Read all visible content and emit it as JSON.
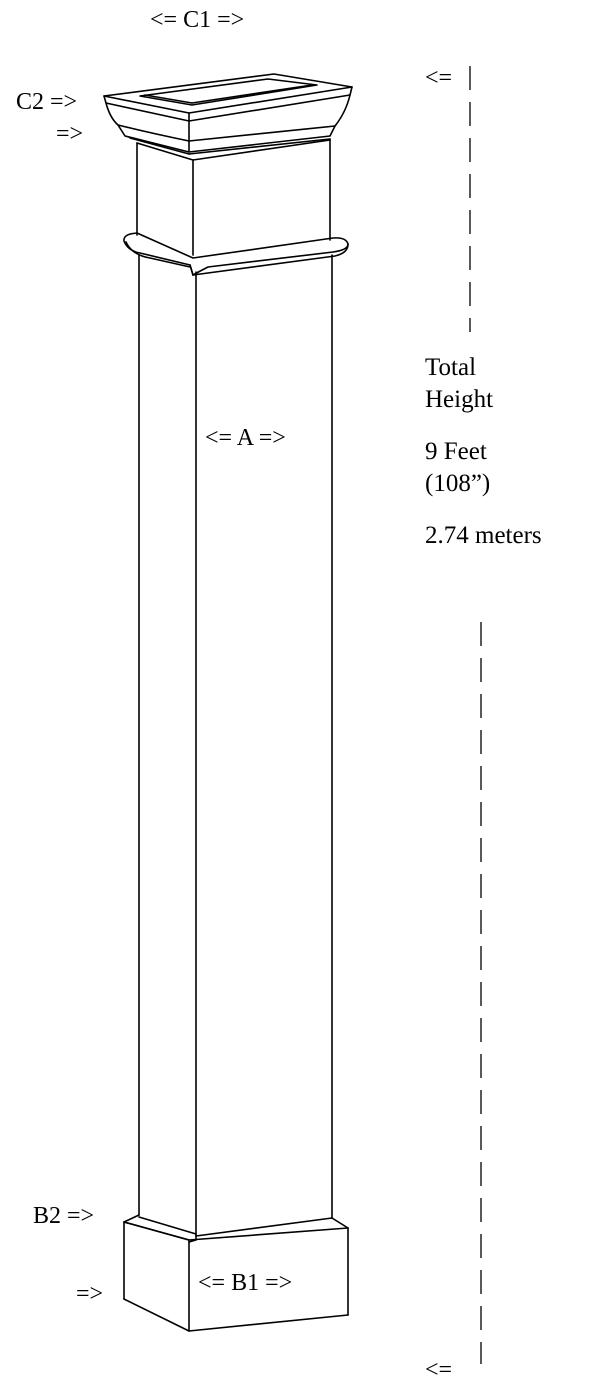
{
  "labels": {
    "c1": "<=  C1 =>",
    "c2": "C2 =>",
    "c2_lower": "=>",
    "a": "<=  A  =>",
    "b1": "<=  B1 =>",
    "b2": "B2 =>",
    "b2_lower": "=>"
  },
  "height_dimension": {
    "top_arrow": "<=",
    "bottom_arrow": "<=",
    "title_line1": "Total",
    "title_line2": "Height",
    "feet": "9 Feet",
    "inches": "(108”)",
    "meters": "2.74 meters"
  },
  "colors": {
    "line": "#000000",
    "background": "#ffffff"
  }
}
